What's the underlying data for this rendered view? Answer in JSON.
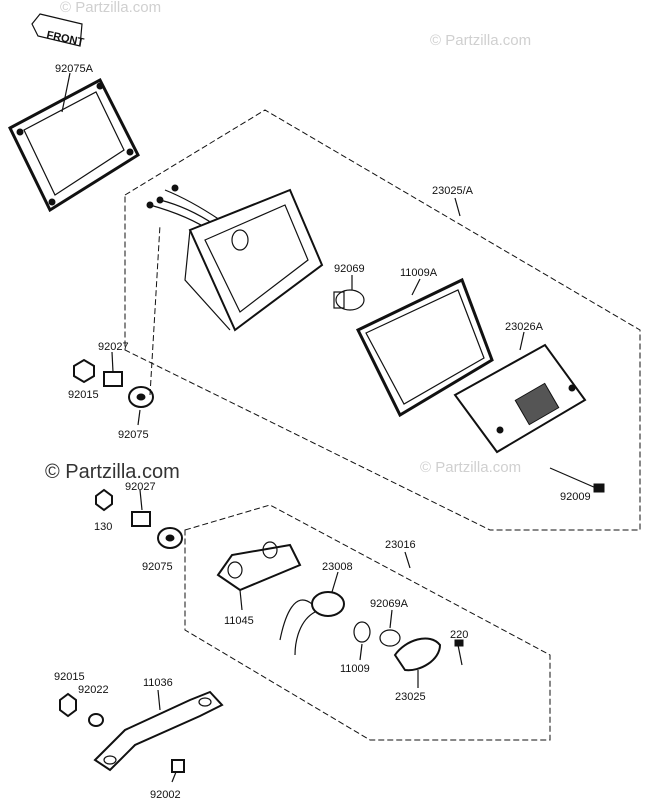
{
  "watermarks": {
    "top": "© Partzilla.com",
    "top_right": "© Partzilla.com",
    "center": "© Partzilla.com",
    "left": "© Partzilla.com",
    "mid_right": "© Partzilla.com"
  },
  "front_label": "FRONT",
  "labels": {
    "p92075A": "92075A",
    "p23025A": "23025/A",
    "p92069": "92069",
    "p11009A": "11009A",
    "p23026A": "23026A",
    "p92027a": "92027",
    "p92015a": "92015",
    "p92075a": "92075",
    "p92009": "92009",
    "p92027b": "92027",
    "p130": "130",
    "p92075b": "92075",
    "p23016": "23016",
    "p23008": "23008",
    "p92069A": "92069A",
    "p11045": "11045",
    "p220": "220",
    "p11009": "11009",
    "p23025": "23025",
    "p92015b": "92015",
    "p11036": "11036",
    "p92022": "92022",
    "p92002": "92002"
  }
}
